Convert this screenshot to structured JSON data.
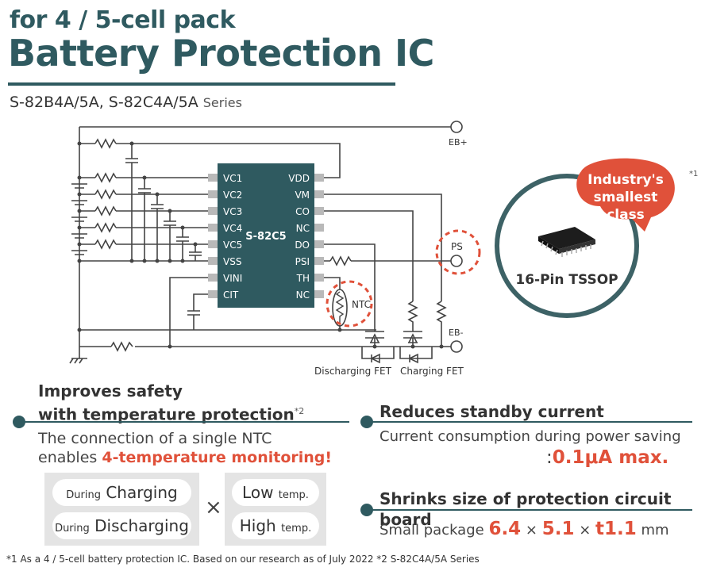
{
  "header": {
    "subtitle": "for 4 / 5-cell pack",
    "title": "Battery Protection IC",
    "series_models": "S-82B4A/5A, S-82C4A/5A",
    "series_suffix": "Series"
  },
  "circuit": {
    "ic_name": "S-82C5",
    "left_pins": [
      "VC1",
      "VC2",
      "VC3",
      "VC4",
      "VC5",
      "VSS",
      "VINI",
      "CIT"
    ],
    "right_pins": [
      "VDD",
      "VM",
      "CO",
      "NC",
      "DO",
      "PSI",
      "TH",
      "NC"
    ],
    "terminals": {
      "eb_plus": "EB+",
      "eb_minus": "EB-",
      "ps": "PS"
    },
    "ntc_label": "NTC",
    "discharging_fet": "Discharging FET",
    "charging_fet": "Charging FET",
    "colors": {
      "ic": "#2f5a60",
      "pin": "#b9b9b9",
      "wire": "#444444",
      "accent": "#e0513a"
    }
  },
  "badge": {
    "bubble_line1": "Industry's",
    "bubble_line2": "smallest",
    "bubble_line3": "class",
    "footnote_mark": "*1",
    "package": "16-Pin TSSOP"
  },
  "safety": {
    "title_line1": "Improves safety",
    "title_line2": "with temperature protection",
    "title_sup": "*2",
    "desc_line1": "The connection of a single NTC",
    "desc_line2_prefix": "enables ",
    "desc_line2_highlight": "4-temperature monitoring!",
    "left_items": [
      {
        "small": "During",
        "big": "Charging"
      },
      {
        "small": "During",
        "big": "Discharging"
      }
    ],
    "times": "×",
    "right_items": [
      {
        "big": "Low",
        "small": "temp."
      },
      {
        "big": "High",
        "small": "temp."
      }
    ]
  },
  "standby": {
    "title": "Reduces standby current",
    "desc": "Current consumption during power saving",
    "value_prefix": ":",
    "value": "0.1μA max."
  },
  "size": {
    "title": "Shrinks size of protection circuit board",
    "prefix": "Small package ",
    "w": "6.4",
    "x1": " × ",
    "h": "5.1",
    "x2": " × ",
    "t": "t1.1",
    "unit": " mm"
  },
  "footnote": "*1 As a 4 / 5-cell battery protection IC. Based on our research as of July 2022  *2 S-82C4A/5A Series"
}
